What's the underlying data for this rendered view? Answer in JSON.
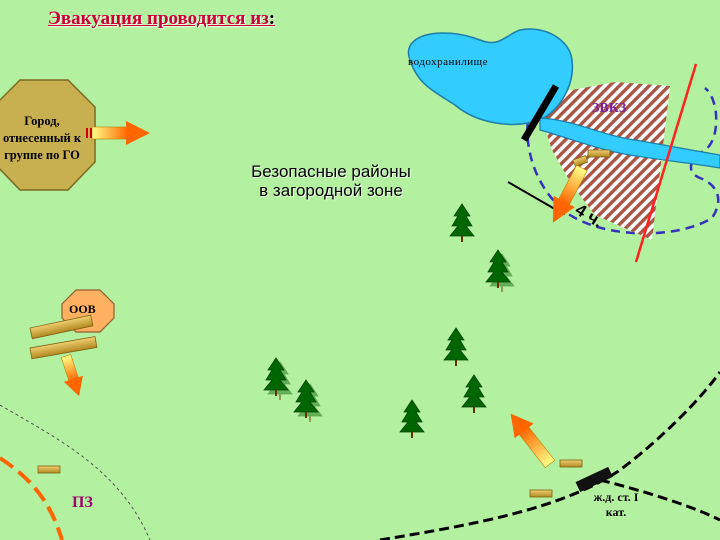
{
  "title": {
    "text": "Эвакуация проводится из",
    "suffix": ":"
  },
  "labels": {
    "reservoir": "водохранилище",
    "zvkz": "ЗВКЗ",
    "city": "Город, отнесенный к группе по ГО",
    "safe_zone": "Безопасные районы в загородной зоне",
    "hours": "4 ч.",
    "oov": "ООВ",
    "pz": "ПЗ",
    "station": "ж.д. ст. I кат."
  },
  "colors": {
    "background": "#b3f0a0",
    "water": "#33ccff",
    "city_fill": "#c8b050",
    "oov_fill": "#ffb060",
    "arrow_orange": "#ff6600",
    "arrow_yellow": "#ffff66",
    "hatch": "#aa6644",
    "boundary_red": "#ff2020",
    "dashed_blue": "#3333bb",
    "tree": "#006600"
  },
  "icons": [
    "tree-icon",
    "building-icon",
    "arrow-icon"
  ]
}
